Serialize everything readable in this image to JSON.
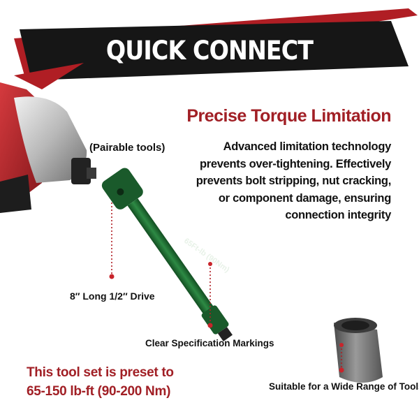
{
  "banner": {
    "title": "QUICK CONNECT ADAPTATION"
  },
  "feature": {
    "heading": "Precise Torque Limitation",
    "description_lines": [
      "Advanced limitation technology",
      "prevents over-tightening. Effectively",
      "prevents bolt stripping, nut cracking,",
      "or component damage, ensuring",
      "connection integrity"
    ]
  },
  "callouts": {
    "pairable": "(Pairable tools)",
    "length_drive": "8″ Long 1/2″ Drive",
    "markings": "Clear Specification Markings",
    "compatibility": "Suitable for a Wide Range of Tools"
  },
  "preset": {
    "lines": [
      "This tool set is preset to",
      "65-150 lb-ft (90-200 Nm)"
    ]
  },
  "bar_marking": "65Ft-lb (90Nm)",
  "colors": {
    "accent_red": "#a11f25",
    "banner_black": "#161616",
    "bar_green": "#1f6a33",
    "socket_gray": "#6e6e6e"
  },
  "icons": [
    "impact-driver-illustration",
    "torque-extension-bar-illustration",
    "socket-illustration"
  ]
}
